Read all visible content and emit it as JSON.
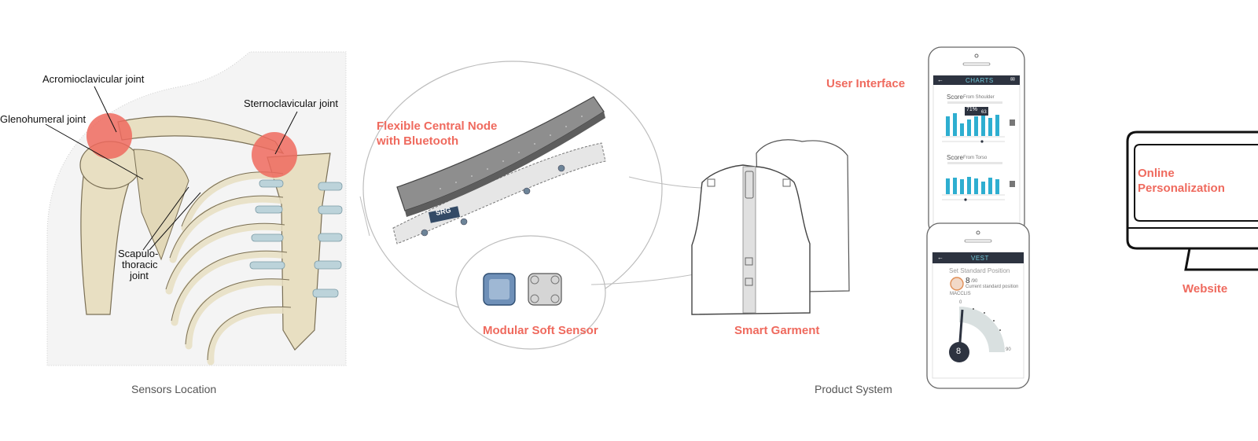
{
  "anatomy": {
    "labels": {
      "acromioclavicular": "Acromioclavicular joint",
      "glenohumeral": "Glenohumeral joint",
      "sternoclavicular": "Sternoclavicular joint",
      "scapulothoracic_1": "Scapulo-",
      "scapulothoracic_2": "thoracic",
      "scapulothoracic_3": "joint"
    },
    "caption": "Sensors Location"
  },
  "product": {
    "central_node_1": "Flexible Central Node",
    "central_node_2": "with Bluetooth",
    "node_tag": "SRG",
    "soft_sensor": "Modular Soft Sensor",
    "garment": "Smart Garment",
    "user_interface": "User Interface",
    "online_1": "Online",
    "online_2": "Personalization",
    "website": "Website",
    "caption": "Product System"
  },
  "phone_top": {
    "title": "CHARTS",
    "score1_title": "Score",
    "score1_sub": "From Shoulder",
    "tooltip_value": "71%",
    "tooltip_count": "63",
    "score2_title": "Score",
    "score2_sub": "From Torso"
  },
  "phone_bottom": {
    "title": "VEST",
    "subtitle": "Set Standard Position",
    "score": "8",
    "score_max": "/90",
    "score_note": "Current standard position",
    "user": "MACCLIS",
    "gauge_min": "0",
    "gauge_max": "90",
    "gauge_value": "8"
  },
  "colors": {
    "accent": "#ef6a5e",
    "teal": "#2eaed0",
    "dark": "#2d3340"
  }
}
